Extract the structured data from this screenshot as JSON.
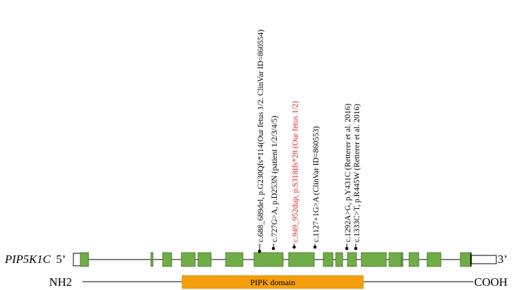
{
  "gene": {
    "name": "PIP5K1C",
    "five_prime": "5’",
    "three_prime": "3’"
  },
  "protein": {
    "n_term": "NH2",
    "c_term": "COOH",
    "domain_label": "PIPK domain"
  },
  "colors": {
    "exon_fill": "#70ad47",
    "exon_stroke": "#3f6f22",
    "domain_fill": "#f59e0b",
    "highlight_text": "#e0201b",
    "normal_text": "#000000"
  },
  "variants": [
    {
      "label": "c.688_689del, p.G230Qfs*114(Our fetus 1/2. ClinVar ID=860554)",
      "highlight": false
    },
    {
      "label": "c.727G>A, p.D253N  (patient 1/2/3/4/5)",
      "highlight": false
    },
    {
      "label": "c.949_952dup, p.S318Ifs*28  (Our fetus 1/2)",
      "highlight": true
    },
    {
      "label": "c.1127+1G>A  (ClinVar ID=860553)",
      "highlight": false
    },
    {
      "label": "c.1292A>G, p.Y431C  (Retterer et al. 2016)",
      "highlight": false
    },
    {
      "label": "c.1333C>T, p.R445W  (Retterer et al. 2016)",
      "highlight": false
    }
  ]
}
